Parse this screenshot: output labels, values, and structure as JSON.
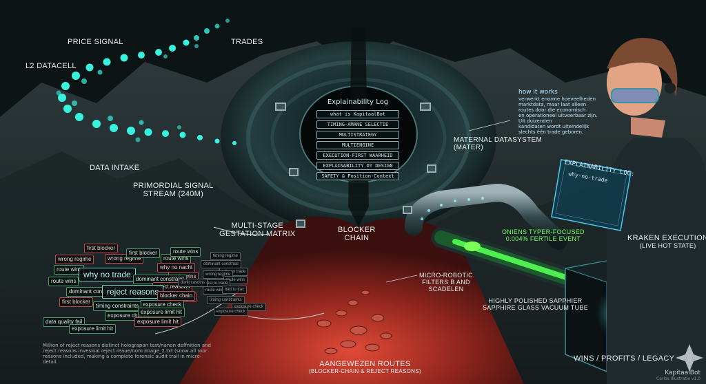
{
  "labels": {
    "price_signal": "PRICE SIGNAL",
    "trades": "TRADES",
    "l2_datacell": "L2 DATACELL",
    "data_intake": "DATA INTAKE",
    "primordial_1": "PRIMORDIAL SIGNAL",
    "primordial_2": "STREAM (240M)",
    "gestation_1": "MULTI-STAGE",
    "gestation_2": "GESTATION MATRIX",
    "blocker_1": "BLOCKER",
    "blocker_2": "CHAIN",
    "maternal_1": "MATERNAL DATASYSTEM",
    "maternal_2": "(MATER)",
    "micro_1": "MICRO-ROBOTIC",
    "micro_2": "FILTERS B AND",
    "micro_3": "SCADELEN",
    "fertile_1": "ONIENS TYPER-FOCUSED",
    "fertile_2": "0.004% FERTILE EVENT",
    "sapphire_1": "HIGHLY POLISHED SAPPHIER",
    "sapphire_2": "SAPPHIRE GLASS VACUUM TUBE",
    "kraken_1": "KRAKEN EXECUTION",
    "kraken_2": "(LIVE HOT STATE)",
    "wins": "WINS / PROFITS / LEGACY",
    "routes_1": "AANGEWEZEN ROUTES",
    "routes_2": "(BLOCKER-CHAIN & REJECT REASONS)"
  },
  "explainability": {
    "title": "Explainability Log",
    "items": [
      "what is KapitaalBot",
      "TIMING-AMANE SELECTIE",
      "MULTISTRATEGY",
      "MULTIENGINE",
      "EXECUTION-FIRST WAARHEID",
      "EXPLAINABILITY DY DESIGN",
      "SAFETY & Position-Context"
    ]
  },
  "how_it_works": {
    "heading": "how it works",
    "lines": [
      "verwerkt enorme hoeveelheden",
      "marktdata, maar laat alleen",
      "routes door die economisch",
      "en operationeel uitvoerbaar zijn.",
      "Uit duizenden",
      "kandidaten wordt uiteindelijk",
      "slechts één trade geboren."
    ]
  },
  "tablet": {
    "line1": "EXPLAINABILITY LOG:",
    "line2": "why-no-trade"
  },
  "tags": [
    {
      "text": "first blocker",
      "style": "red"
    },
    {
      "text": "wrong regime",
      "style": "red"
    },
    {
      "text": "wrong regime",
      "style": "red"
    },
    {
      "text": "route wins",
      "style": "grn"
    },
    {
      "text": "first blocker",
      "style": "grn"
    },
    {
      "text": "route wins",
      "style": "grn"
    },
    {
      "text": "why no nacht",
      "style": "red"
    },
    {
      "text": "route wins",
      "style": "grn"
    },
    {
      "text": "route wins",
      "style": "grn"
    },
    {
      "text": "why no trade",
      "style": "big"
    },
    {
      "text": "route wins",
      "style": "red"
    },
    {
      "text": "dominant constraint",
      "style": "grn"
    },
    {
      "text": "dominant constraint",
      "style": "grn"
    },
    {
      "text": "reject reasons",
      "style": "red"
    },
    {
      "text": "reject reasons",
      "style": "big"
    },
    {
      "text": "blocker chain",
      "style": "red"
    },
    {
      "text": "first blocker",
      "style": "red"
    },
    {
      "text": "exposure check",
      "style": "grn"
    },
    {
      "text": "timing constraints",
      "style": "grn"
    },
    {
      "text": "blocker chain",
      "style": "red"
    },
    {
      "text": "exposure check",
      "style": "grn"
    },
    {
      "text": "exposure limit hit",
      "style": "grn"
    },
    {
      "text": "data quality fail",
      "style": "grn"
    },
    {
      "text": "exposure limit hit",
      "style": "red"
    },
    {
      "text": "exposure limit hit",
      "style": "grn"
    },
    {
      "text": "timing regime",
      "style": "faint"
    },
    {
      "text": "dominant construal",
      "style": "faint"
    },
    {
      "text": "why no trade",
      "style": "faint"
    },
    {
      "text": "wrong regime",
      "style": "faint"
    },
    {
      "text": "route wins",
      "style": "faint"
    },
    {
      "text": "best to trade",
      "style": "faint"
    },
    {
      "text": "dorilt casoins",
      "style": "faint"
    },
    {
      "text": "route wins",
      "style": "faint"
    },
    {
      "text": "bad to trac",
      "style": "faint"
    },
    {
      "text": "exposure check",
      "style": "faint"
    },
    {
      "text": "timing constraints",
      "style": "faint"
    },
    {
      "text": "exposure check",
      "style": "faint"
    }
  ],
  "bottom_note": "Million of reject reasons distinct holograpon test/nanon deffnition and reject reasons invesioal reject reaue/nom image_2.txt (snow all roor reasons included, making a complete forensic audit trail in micro-detail.",
  "brand": {
    "name": "KapitaalBot",
    "sub": "Carlos Illustratie v1.0"
  },
  "colors": {
    "stream": "#37f2df",
    "vein": "#c33b2d",
    "accent": "#6fe8ff",
    "fertile": "#55ff55"
  }
}
